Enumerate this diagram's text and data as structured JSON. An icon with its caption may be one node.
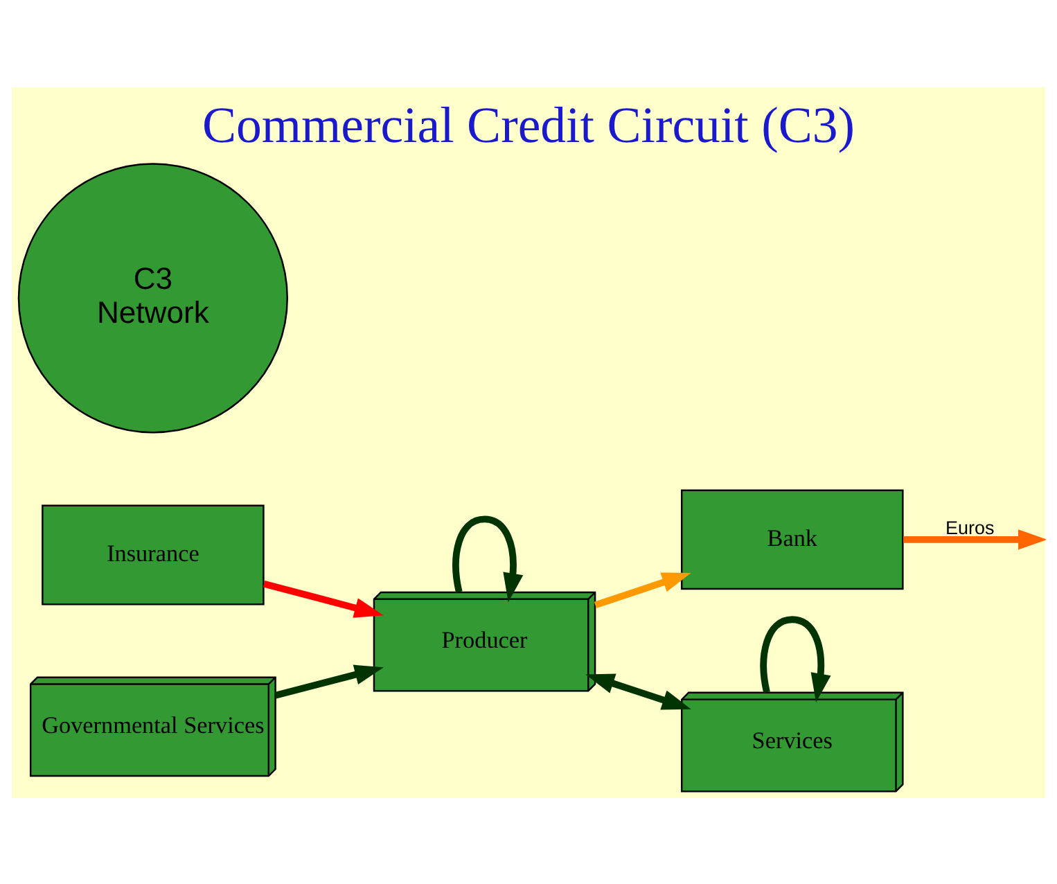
{
  "diagram": {
    "title": "Commercial Credit Circuit (C3)",
    "nodes": [
      {
        "text": [
          "Insurance"
        ]
      },
      {
        "text": [
          "Bank"
        ]
      },
      {
        "text": [
          "C3 Network"
        ]
      },
      {
        "text": [
          "Producer"
        ]
      },
      {
        "text": [
          "Services"
        ]
      },
      {
        "text": [
          "Governmental Services"
        ]
      }
    ],
    "edges": [
      {
        "from": 0,
        "to": 3,
        "arrow": "to",
        "color": "#ff0000"
      },
      {
        "from": 3,
        "to": 1,
        "arrow": "to",
        "color": "#ff9900"
      },
      {
        "from": 1,
        "to": null,
        "arrow": "to",
        "label": "Euros",
        "color": "#ff6600"
      },
      {
        "from": 3,
        "to": 3,
        "arrow": "to"
      },
      {
        "from": 3,
        "to": 4,
        "arrow": "both"
      },
      {
        "from": 4,
        "to": 4,
        "arrow": "to"
      },
      {
        "from": 5,
        "to": 3,
        "arrow": "to"
      }
    ]
  }
}
